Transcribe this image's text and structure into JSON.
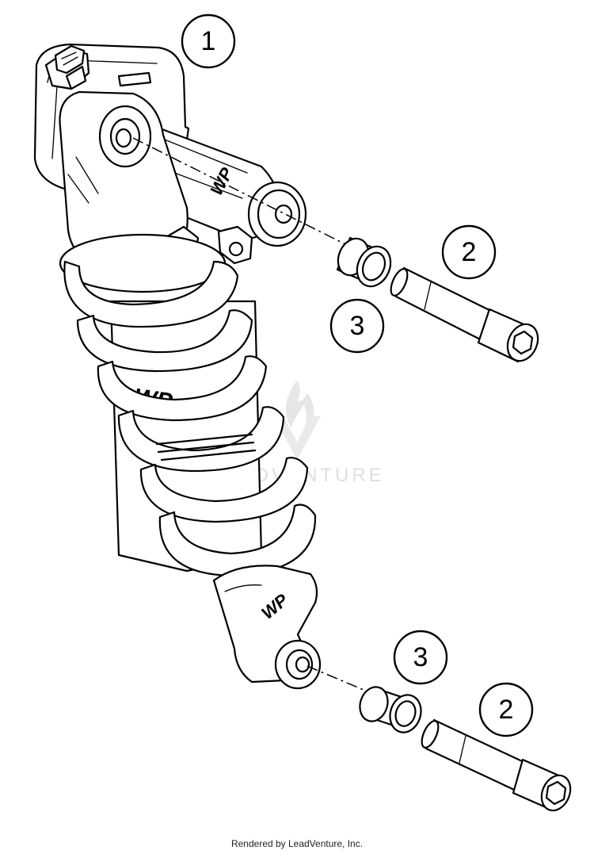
{
  "diagram": {
    "callouts": [
      {
        "label": "1",
        "part": "shock-absorber"
      },
      {
        "label": "2",
        "part": "upper-bolt"
      },
      {
        "label": "3",
        "part": "upper-spacer"
      },
      {
        "label": "2",
        "part": "lower-bolt"
      },
      {
        "label": "3",
        "part": "lower-spacer"
      }
    ],
    "brand_marks": [
      "WP",
      "WP",
      "WP"
    ],
    "watermark_text": "LEADVENTURE"
  },
  "footer": {
    "credit": "Rendered by LeadVenture, Inc."
  }
}
